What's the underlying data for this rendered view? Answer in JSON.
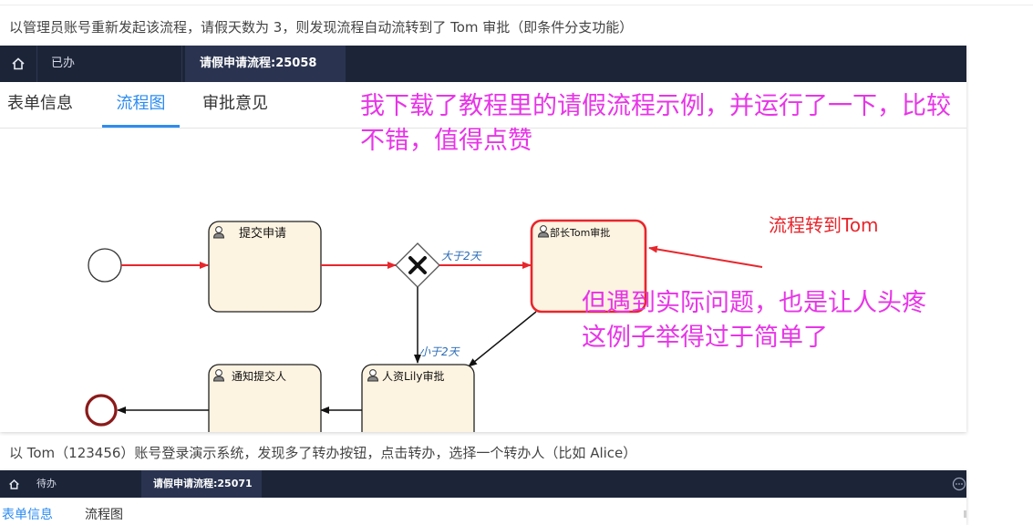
{
  "captions": {
    "first": "以管理员账号重新发起该流程，请假天数为 3，则发现流程自动流转到了 Tom 审批（即条件分支功能）",
    "second": "以 Tom（123456）账号登录演示系统，发现多了转办按钮，点击转办，选择一个转办人（比如 Alice）"
  },
  "panel1": {
    "nav": {
      "done_tab": "已办",
      "active_tab": "请假申请流程:25058"
    },
    "tabs": {
      "form": "表单信息",
      "flow": "流程图",
      "opinion": "审批意见"
    },
    "diagram": {
      "tasks": {
        "submit": "提交申请",
        "manager": "部长Tom审批",
        "hr": "人资Lily审批",
        "notify": "通知提交人"
      },
      "conditions": {
        "more": "大于2天",
        "less": "小于2天"
      }
    }
  },
  "annotations": {
    "note1": "我下载了教程里的请假流程示例，并运行了一下，比较",
    "note1_line2": "不错，值得点赞",
    "note2": "但遇到实际问题，也是让人头疼",
    "note2_line2": "这例子举得过于简单了",
    "arrow_label": "流程转到Tom"
  },
  "panel2": {
    "nav": {
      "todo_tab": "待办",
      "active_tab": "请假申请流程:25071"
    },
    "tabs": {
      "form": "表单信息",
      "flow": "流程图"
    }
  },
  "colors": {
    "navbar": "#1c2438",
    "active_blue": "#2d8cf0",
    "annotation_magenta": "#e735e7",
    "highlight_red": "#e8262c",
    "task_fill": "#fdf3e1"
  }
}
